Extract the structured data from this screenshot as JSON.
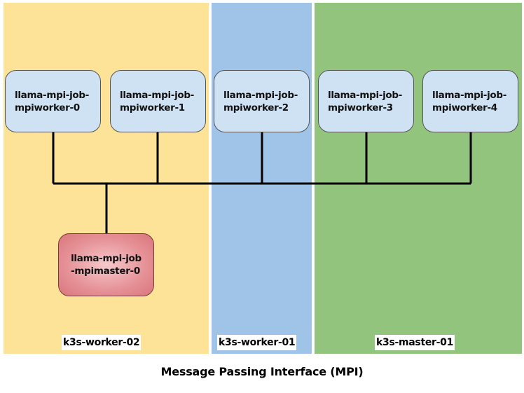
{
  "colors": {
    "k3s_worker_02": "#fde398",
    "k3s_worker_01": "#9fc4e8",
    "k3s_master_01": "#93c47d",
    "worker_node": "#cfe2f3",
    "master_node": "#e59196",
    "wire": "#000000"
  },
  "regions": [
    {
      "label": "k3s-worker-02"
    },
    {
      "label": "k3s-worker-01"
    },
    {
      "label": "k3s-master-01"
    }
  ],
  "workers": [
    {
      "line1": "llama-mpi-job-",
      "line2": "mpiworker-0",
      "host": "k3s-worker-02"
    },
    {
      "line1": "llama-mpi-job-",
      "line2": "mpiworker-1",
      "host": "k3s-worker-02"
    },
    {
      "line1": "llama-mpi-job-",
      "line2": "mpiworker-2",
      "host": "k3s-worker-01"
    },
    {
      "line1": "llama-mpi-job-",
      "line2": "mpiworker-3",
      "host": "k3s-master-01"
    },
    {
      "line1": "llama-mpi-job-",
      "line2": "mpiworker-4",
      "host": "k3s-master-01"
    }
  ],
  "master": {
    "line1": "llama-mpi-job",
    "line2": "-mpimaster-0",
    "host": "k3s-worker-02"
  },
  "caption": "Message Passing Interface (MPI)"
}
